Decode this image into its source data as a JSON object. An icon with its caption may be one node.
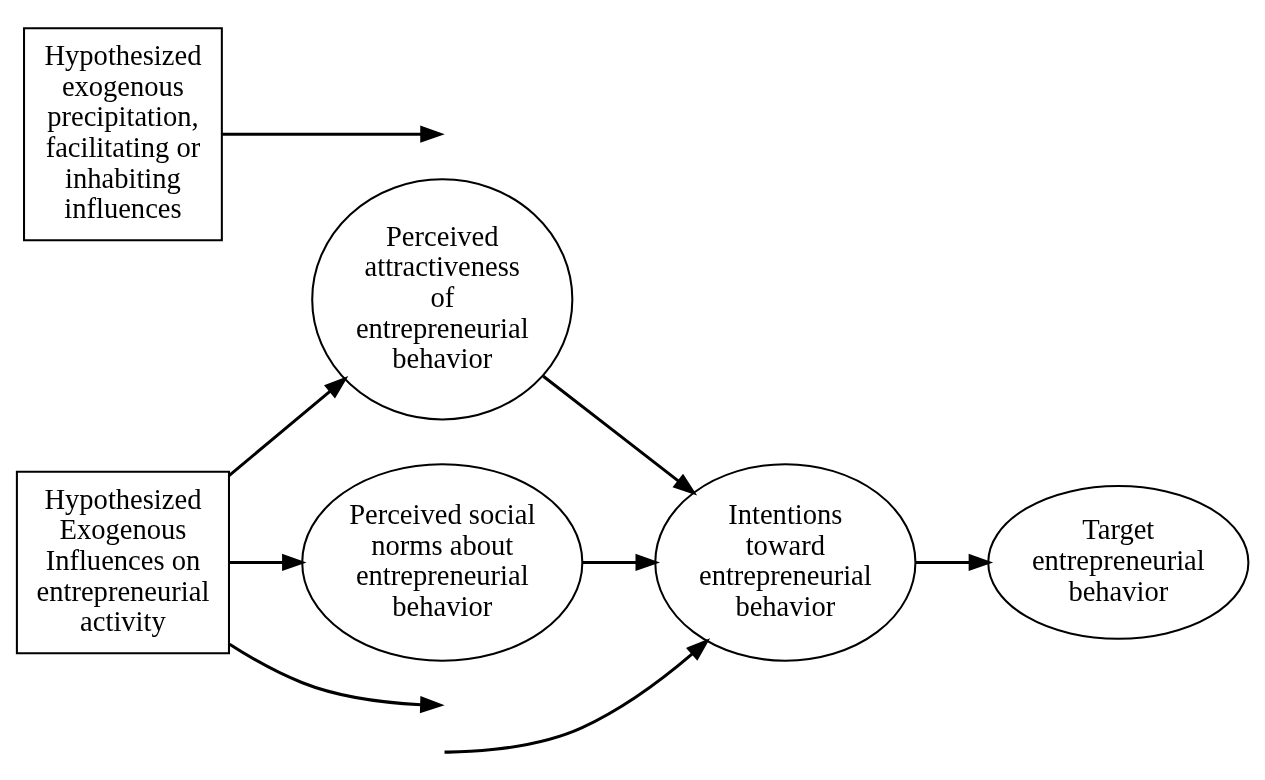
{
  "diagram": {
    "nodes": [
      {
        "text": [
          "Hypothesized Exogenous Influences on entrepreneurial activity"
        ]
      },
      {
        "text": [
          "Perceived attractiveness of entrepreneurial behavior"
        ]
      },
      {
        "text": [
          "Perceived social norms about entrepreneurial behavior"
        ]
      },
      {
        "text": [
          "Intentions toward entrepreneurial behavior"
        ]
      },
      {
        "text": [
          "Target entrepreneurial behavior"
        ]
      },
      {
        "text": [
          "Hypothesized exogenous precipitation, facilitating or inhabiting influences"
        ]
      }
    ],
    "edges": [
      {
        "from": 0,
        "to": 1,
        "arrow": "to"
      },
      {
        "from": 0,
        "to": 2,
        "arrow": "to"
      },
      {
        "from": 0,
        "to": null,
        "arrow": "to"
      },
      {
        "from": 1,
        "to": 3,
        "arrow": "to"
      },
      {
        "from": 2,
        "to": 3,
        "arrow": "to"
      },
      {
        "from": null,
        "to": 3,
        "arrow": "to"
      },
      {
        "from": 3,
        "to": 4,
        "arrow": "to"
      },
      {
        "from": 5,
        "to": null,
        "arrow": "to"
      }
    ]
  }
}
